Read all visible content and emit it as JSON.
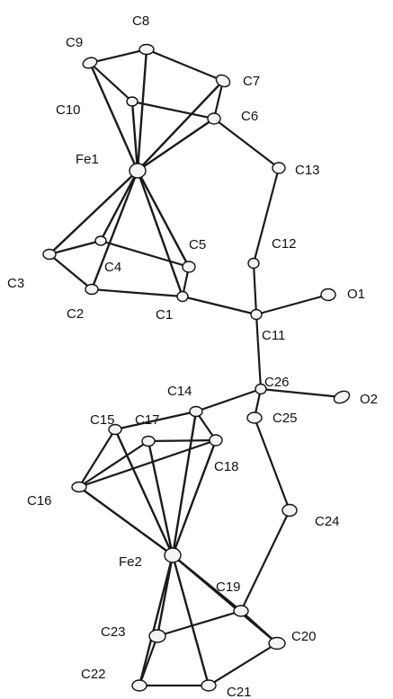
{
  "labels": {
    "C9": "C9",
    "C8": "C8",
    "C7": "C7",
    "C10": "C10",
    "C6": "C6",
    "Fe1": "Fe1",
    "C13": "C13",
    "C5": "C5",
    "C12": "C12",
    "C4": "C4",
    "C3": "C3",
    "O1": "O1",
    "C2": "C2",
    "C1": "C1",
    "C11": "C11",
    "C26": "C26",
    "C15": "C15",
    "C14": "C14",
    "O2": "O2",
    "C17": "C17",
    "C25": "C25",
    "C18": "C18",
    "C16": "C16",
    "C24": "C24",
    "Fe2": "Fe2",
    "C19": "C19",
    "C23": "C23",
    "C20": "C20",
    "C22": "C22",
    "C21": "C21"
  }
}
